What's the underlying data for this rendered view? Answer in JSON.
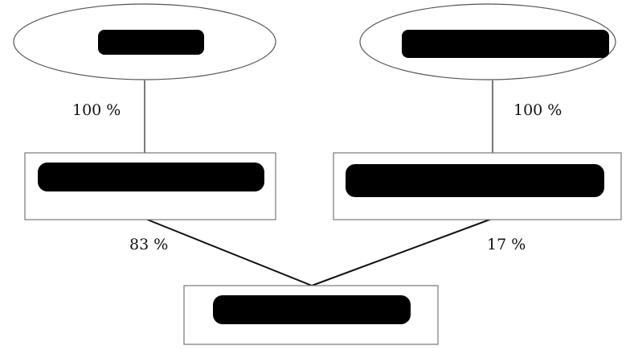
{
  "diagram": {
    "nodes": [
      {
        "id": "top-left",
        "shape": "ellipse",
        "label_redacted": true
      },
      {
        "id": "top-right",
        "shape": "ellipse",
        "label_redacted": true
      },
      {
        "id": "mid-left",
        "shape": "rectangle",
        "label_redacted": true
      },
      {
        "id": "mid-right",
        "shape": "rectangle",
        "label_redacted": true
      },
      {
        "id": "bottom",
        "shape": "rectangle",
        "label_redacted": true
      }
    ],
    "edges": [
      {
        "from": "top-left",
        "to": "mid-left",
        "label": "100 %"
      },
      {
        "from": "top-right",
        "to": "mid-right",
        "label": "100 %"
      },
      {
        "from": "mid-left",
        "to": "bottom",
        "label": "83 %"
      },
      {
        "from": "mid-right",
        "to": "bottom",
        "label": "17 %"
      }
    ],
    "redaction_color": "#000000"
  }
}
